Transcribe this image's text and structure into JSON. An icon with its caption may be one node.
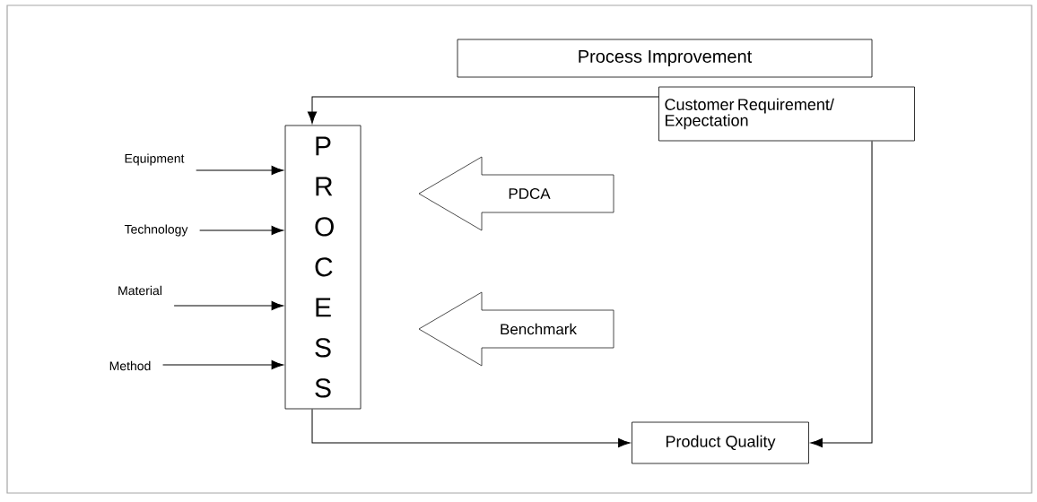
{
  "diagram": {
    "nodes": [
      {
        "text": [
          "Process Improvement"
        ]
      },
      {
        "text": [
          "Customer Requirement/ Expectation"
        ]
      },
      {
        "text": [
          "P R O C E S S"
        ]
      },
      {
        "text": [
          "Equipment"
        ]
      },
      {
        "text": [
          "Technology"
        ]
      },
      {
        "text": [
          "Material"
        ]
      },
      {
        "text": [
          "Method"
        ]
      },
      {
        "text": [
          "PDCA"
        ]
      },
      {
        "text": [
          "Benchmark"
        ]
      },
      {
        "text": [
          "Product Quality"
        ]
      }
    ],
    "edges": [
      {
        "from": 1,
        "to": 2,
        "arrow": "to"
      },
      {
        "from": 3,
        "to": 2,
        "arrow": "to"
      },
      {
        "from": 4,
        "to": 2,
        "arrow": "to"
      },
      {
        "from": 5,
        "to": 2,
        "arrow": "to"
      },
      {
        "from": 6,
        "to": 2,
        "arrow": "to"
      },
      {
        "from": 2,
        "to": 9,
        "arrow": "to"
      },
      {
        "from": 1,
        "to": 9,
        "arrow": "to"
      }
    ]
  }
}
